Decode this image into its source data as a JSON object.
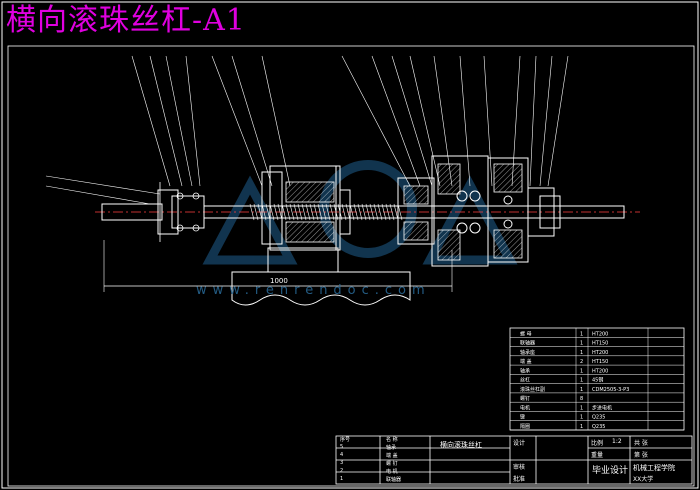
{
  "title": "横向滚珠丝杠-A1",
  "watermark": "www.renrendoc.com",
  "dimension_label": "1000",
  "bom_rows": [
    {
      "name": "螺 母",
      "qty": "1",
      "material": "HT200"
    },
    {
      "name": "联轴器",
      "qty": "1",
      "material": "HT150"
    },
    {
      "name": "轴承座",
      "qty": "1",
      "material": "HT200"
    },
    {
      "name": "端 盖",
      "qty": "2",
      "material": "HT150"
    },
    {
      "name": "轴承",
      "qty": "1",
      "material": "HT200"
    },
    {
      "name": "丝杠",
      "qty": "1",
      "material": "45钢"
    },
    {
      "name": "滚珠丝杠副",
      "qty": "1",
      "material": "CDM2505-3-P3"
    },
    {
      "name": "螺钉",
      "qty": "8",
      "material": ""
    },
    {
      "name": "电机",
      "qty": "1",
      "material": "步进电机"
    },
    {
      "name": "键",
      "qty": "1",
      "material": "Q235"
    },
    {
      "name": "隔圈",
      "qty": "1",
      "material": "Q235"
    }
  ],
  "title_block": {
    "drawing_title": "横向滚珠丝杠",
    "scale_label": "比例",
    "scale": "1:2",
    "weight_label": "重量",
    "sheet_label": "共 张",
    "sheet_no": "第 张",
    "design_label": "设计",
    "check_label": "审核",
    "approve_label": "批准",
    "school": "机械工程学院",
    "project": "毕业设计",
    "dept": "XX大学"
  },
  "left_table": [
    {
      "a": "序号",
      "b": "名 称"
    },
    {
      "a": "5",
      "b": "轴承"
    },
    {
      "a": "4",
      "b": "端 盖"
    },
    {
      "a": "3",
      "b": "螺 钉"
    },
    {
      "a": "2",
      "b": "电 机"
    },
    {
      "a": "1",
      "b": "联轴器"
    }
  ],
  "colors": {
    "background": "#000000",
    "lines": "#ffffff",
    "title": "#e000e0",
    "center_line": "#ff4040",
    "hatch": "#ffffff",
    "watermark": "#2a6c9a"
  }
}
